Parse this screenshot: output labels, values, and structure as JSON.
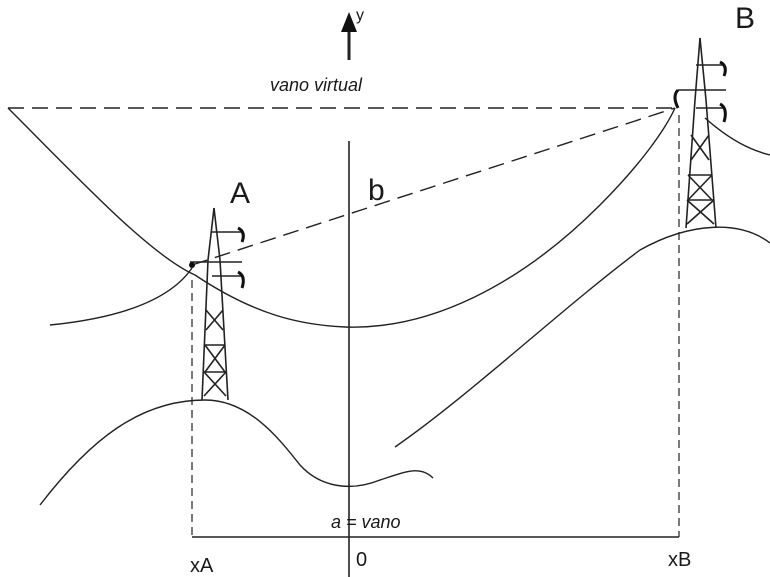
{
  "labels": {
    "y_axis": "y",
    "tower_a": "A",
    "tower_b": "B",
    "virtual_span": "vano virtual",
    "chord": "b",
    "span": "a = vano",
    "x_a": "xA",
    "x_b": "xB",
    "origin": "0"
  }
}
